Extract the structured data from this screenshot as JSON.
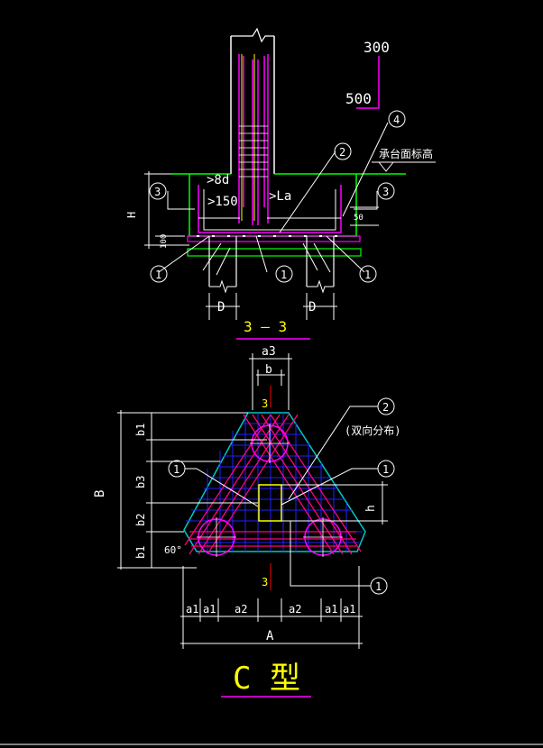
{
  "section": {
    "dim_300": "300",
    "dim_500": "500",
    "ge_8d": ">8d",
    "ge_150": ">150",
    "ge_la": ">La",
    "dim_h": "H",
    "dim_100": "100",
    "dim_50": "50",
    "dim_d_left": "D",
    "dim_d_right": "D",
    "cap_top_label": "承台面标高",
    "title": "3 — 3"
  },
  "callouts": [
    "1",
    "2",
    "3",
    "4"
  ],
  "plan": {
    "dim_a3": "a3",
    "dim_b": "b",
    "section_mark": "3",
    "dim_B": "B",
    "dim_b1": "b1",
    "dim_b3": "b3",
    "dim_b2": "b2",
    "dim_b1_low": "b1",
    "dim_h": "h",
    "angle": "60°",
    "note_two_way": "(双向分布)",
    "dim_a1": "a1",
    "dim_a2": "a2",
    "dim_A": "A",
    "type_title": "C  型"
  },
  "colors": {
    "column": "#ff00ff",
    "cap_outline": "#00ff00",
    "rebar_grid": "#0000ff",
    "rebar_diag": "#ff0080",
    "dims": "#ffffff",
    "title": "#ffff00",
    "triangle": "#00c8c8"
  }
}
